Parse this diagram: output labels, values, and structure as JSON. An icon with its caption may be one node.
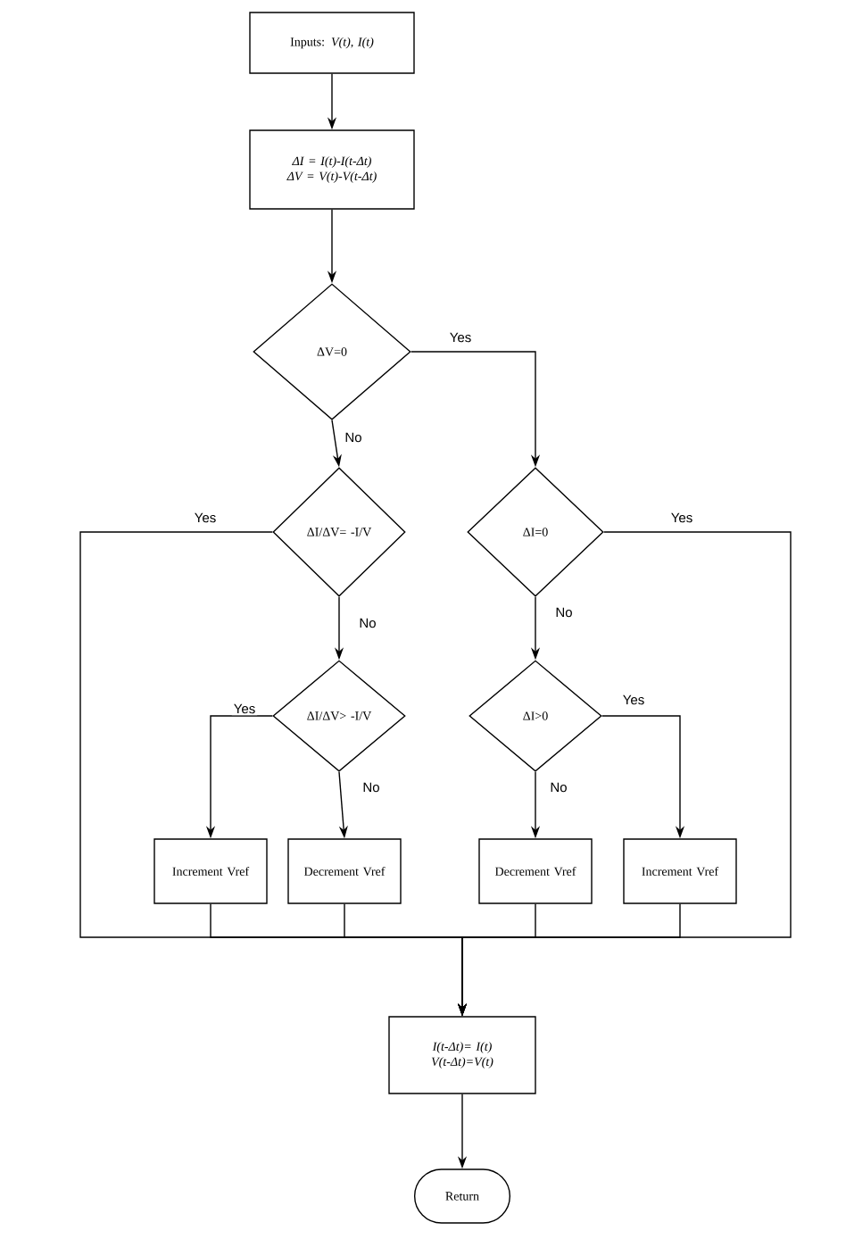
{
  "diagram": {
    "nodes": [
      {
        "text": [
          "Inputs: *V(t), I(t)*"
        ]
      },
      {
        "text": [
          "ΔI = I(t)-I(t-Δt)",
          "ΔV = V(t)-V(t-Δt)"
        ]
      },
      {
        "text": [
          "ΔV=0"
        ]
      },
      {
        "text": [
          "ΔI/ΔV= -I/V"
        ]
      },
      {
        "text": [
          "ΔI=0"
        ]
      },
      {
        "text": [
          "ΔI/ΔV> -I/V"
        ]
      },
      {
        "text": [
          "ΔI>0"
        ]
      },
      {
        "text": [
          "Increment Vref"
        ]
      },
      {
        "text": [
          "Decrement Vref"
        ]
      },
      {
        "text": [
          "Decrement Vref"
        ]
      },
      {
        "text": [
          "Increment Vref"
        ]
      },
      {
        "text": [
          "I(t-Δt)= I(t)",
          "V(t-Δt)=V(t)"
        ]
      },
      {
        "text": [
          "Return"
        ]
      }
    ],
    "edges": [
      {
        "from": 0,
        "to": 1,
        "arrow": "to"
      },
      {
        "from": 1,
        "to": 2,
        "arrow": "to"
      },
      {
        "from": 2,
        "to": 3,
        "arrow": "to",
        "label": "No"
      },
      {
        "from": 2,
        "to": 4,
        "arrow": "to",
        "label": "Yes"
      },
      {
        "from": 3,
        "to": 11,
        "arrow": "to",
        "label": "Yes"
      },
      {
        "from": 3,
        "to": 5,
        "arrow": "to",
        "label": "No"
      },
      {
        "from": 4,
        "to": 11,
        "arrow": "to",
        "label": "Yes"
      },
      {
        "from": 4,
        "to": 6,
        "arrow": "to",
        "label": "No"
      },
      {
        "from": 5,
        "to": 7,
        "arrow": "to",
        "label": "Yes"
      },
      {
        "from": 5,
        "to": 8,
        "arrow": "to",
        "label": "No"
      },
      {
        "from": 6,
        "to": 9,
        "arrow": "to",
        "label": "No"
      },
      {
        "from": 6,
        "to": 10,
        "arrow": "to",
        "label": "Yes"
      },
      {
        "from": 7,
        "to": 11,
        "arrow": "to"
      },
      {
        "from": 8,
        "to": 11,
        "arrow": "to"
      },
      {
        "from": 9,
        "to": 11,
        "arrow": "to"
      },
      {
        "from": 10,
        "to": 11,
        "arrow": "to"
      },
      {
        "from": 11,
        "to": 12,
        "arrow": "to"
      }
    ]
  }
}
